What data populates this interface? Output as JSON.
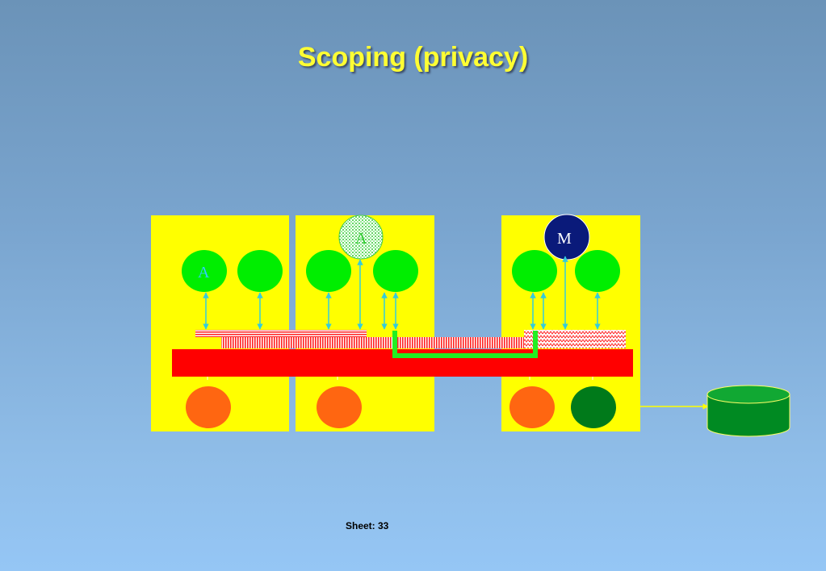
{
  "title": "Scoping (privacy)",
  "footer": "Sheet: 33",
  "labels": {
    "A": "A",
    "M": "M"
  },
  "colors": {
    "panel": "#ffff00",
    "green_circle": "#00ee00",
    "orange_circle": "#ff6611",
    "dark_green": "#007a1a",
    "bus_red": "#ff0000",
    "arrow_cyan": "#33ccdd",
    "navy": "#0a1a7a",
    "title": "#ffff33",
    "bracket_green": "#22ee22"
  }
}
